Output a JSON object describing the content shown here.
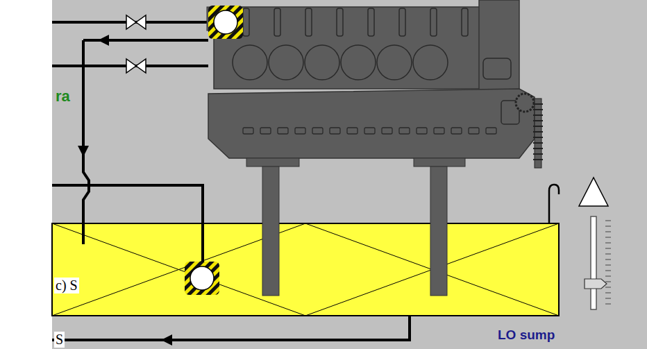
{
  "diagram": {
    "nodes": [
      {
        "text": [
          "LO sump"
        ]
      }
    ],
    "labels": [
      "ra",
      "c) S",
      "S"
    ]
  }
}
